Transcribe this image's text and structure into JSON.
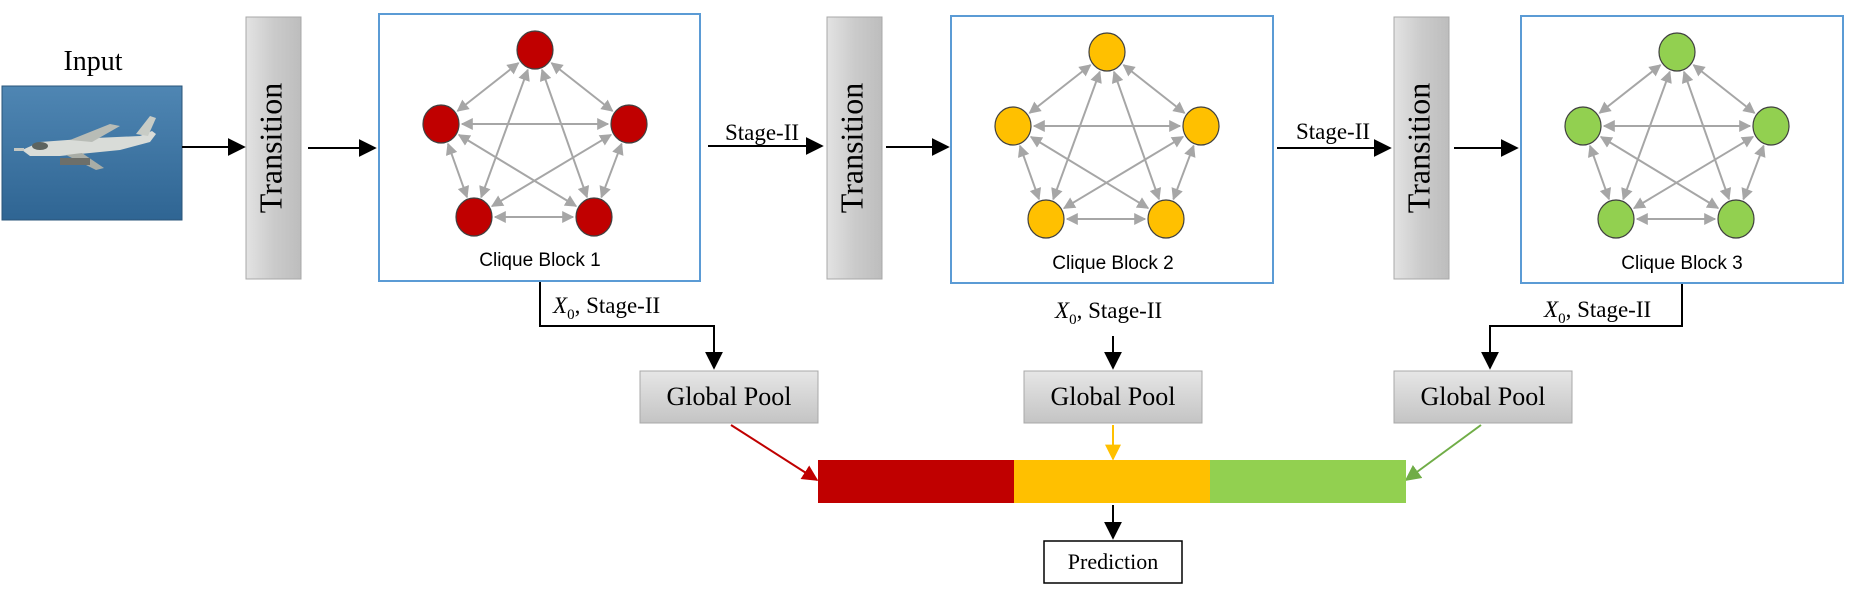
{
  "input": {
    "label": "Input"
  },
  "transitions": [
    {
      "label": "Transition"
    },
    {
      "label": "Transition"
    },
    {
      "label": "Transition"
    }
  ],
  "blocks": [
    {
      "label": "Clique Block 1",
      "node_color": "#c00000"
    },
    {
      "label": "Clique Block 2",
      "node_color": "#ffc000"
    },
    {
      "label": "Clique Block 3",
      "node_color": "#92d050"
    }
  ],
  "stage_labels": [
    "Stage-II",
    "Stage-II"
  ],
  "branch_labels": [
    {
      "var": "X",
      "sub": "0",
      "text": ", Stage-II"
    },
    {
      "var": "X",
      "sub": "0",
      "text": ", Stage-II"
    },
    {
      "var": "X",
      "sub": "0",
      "text": ", Stage-II"
    }
  ],
  "pools": [
    {
      "label": "Global Pool"
    },
    {
      "label": "Global Pool"
    },
    {
      "label": "Global Pool"
    }
  ],
  "feature_bar": {
    "segments": [
      {
        "color": "#c00000"
      },
      {
        "color": "#ffc000"
      },
      {
        "color": "#92d050"
      }
    ]
  },
  "prediction": {
    "label": "Prediction"
  },
  "colors": {
    "block_border": "#5b9bd5",
    "gray_box": "#cfcfcf",
    "edge": "#a6a6a6"
  }
}
